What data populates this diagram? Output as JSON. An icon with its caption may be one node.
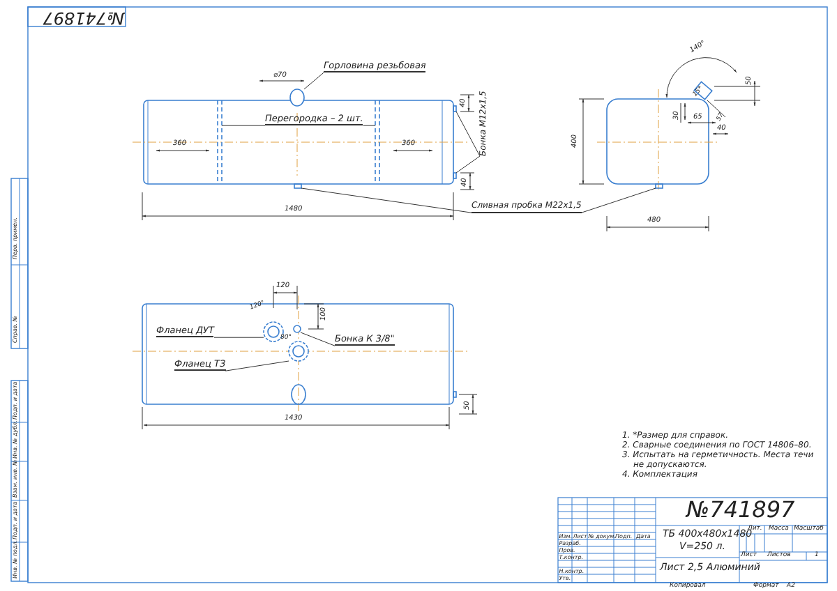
{
  "diagram": {
    "nodes": [
      {
        "text": [
          "Горловина резьбовая"
        ]
      },
      {
        "text": [
          "Перегородка – 2 шт."
        ]
      },
      {
        "text": [
          "Бонка М12х1,5"
        ]
      },
      {
        "text": [
          "Сливная пробка М22х1,5"
        ]
      },
      {
        "text": [
          "Фланец ДУТ"
        ]
      },
      {
        "text": [
          "Бонка К 3/8\""
        ]
      },
      {
        "text": [
          "Фланец ТЗ"
        ]
      },
      {
        "text": [],
        "shape": "circle"
      },
      {
        "text": [],
        "shape": "bar"
      },
      {
        "text": [],
        "shape": "bar"
      },
      {
        "text": [],
        "shape": "box"
      },
      {
        "text": [],
        "shape": "box"
      },
      {
        "text": [],
        "shape": "box"
      },
      {
        "text": [],
        "shape": "box"
      },
      {
        "text": [],
        "shape": "circle"
      },
      {
        "text": [],
        "shape": "circle"
      },
      {
        "text": [],
        "shape": "circle"
      }
    ],
    "edges": [
      {
        "from": 0,
        "to": 7,
        "arrow": "none"
      },
      {
        "from": 1,
        "to": 8,
        "arrow": "none"
      },
      {
        "from": 1,
        "to": 9,
        "arrow": "none"
      },
      {
        "from": 2,
        "to": 10,
        "arrow": "none"
      },
      {
        "from": 2,
        "to": 11,
        "arrow": "none"
      },
      {
        "from": 3,
        "to": 12,
        "arrow": "none"
      },
      {
        "from": 3,
        "to": 13,
        "arrow": "none"
      },
      {
        "from": 4,
        "to": 14,
        "arrow": "none"
      },
      {
        "from": 5,
        "to": 15,
        "arrow": "none"
      },
      {
        "from": 6,
        "to": 16,
        "arrow": "none"
      }
    ],
    "labels": [
      "№741897",
      "⌀70",
      "140°",
      "50",
      "15*",
      "40",
      "30",
      "65",
      "57",
      "40",
      "360",
      "360",
      "400",
      "40",
      "1480",
      "480",
      "120",
      "120°",
      "100",
      "80°",
      "50",
      "1430",
      "1. *Размер для справок.",
      "2. Сварные соединения по ГОСТ 14806–80.",
      "3. Испытать на герметичность. Места течи не допускаются.",
      "4. Комплектация",
      "№741897",
      "ТБ 400х480х1480",
      "V=250 л.",
      "Лист 2,5 Алюминий",
      "Изм.",
      "Лист",
      "№ докум.",
      "Подп.",
      "Дата",
      "Разраб.",
      "Пров.",
      "Т.контр.",
      "Н.контр.",
      "Утв.",
      "Лит.",
      "Масса",
      "Масштаб",
      "Лист",
      "Листов",
      "1",
      "Копировал",
      "Формат",
      "А2",
      "Перв. примен.",
      "Справ. №",
      "Подп. и дата",
      "Инв. № дубл.",
      "Взам. инв. №",
      "Подп. и дата",
      "Инв. № подл."
    ]
  }
}
